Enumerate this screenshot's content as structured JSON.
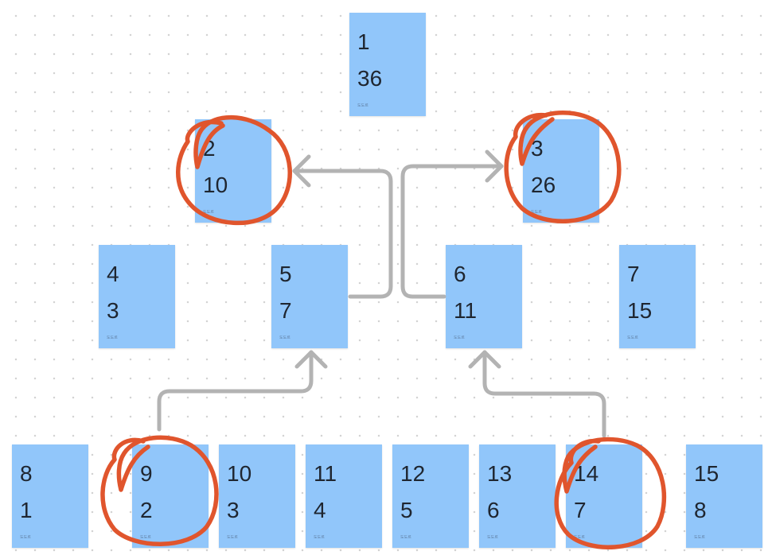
{
  "board": {
    "notes": [
      {
        "id": "n1",
        "top": "1",
        "bottom": "36",
        "tag": "도도르"
      },
      {
        "id": "n2",
        "top": "2",
        "bottom": "10",
        "tag": "도도르"
      },
      {
        "id": "n3",
        "top": "3",
        "bottom": "26",
        "tag": "도도르"
      },
      {
        "id": "n4",
        "top": "4",
        "bottom": "3",
        "tag": "도도르"
      },
      {
        "id": "n5",
        "top": "5",
        "bottom": "7",
        "tag": "도도르"
      },
      {
        "id": "n6",
        "top": "6",
        "bottom": "11",
        "tag": "도도르"
      },
      {
        "id": "n7",
        "top": "7",
        "bottom": "15",
        "tag": "도도르"
      },
      {
        "id": "n8",
        "top": "8",
        "bottom": "1",
        "tag": "도도르"
      },
      {
        "id": "n9",
        "top": "9",
        "bottom": "2",
        "tag": "도도르"
      },
      {
        "id": "n10",
        "top": "10",
        "bottom": "3",
        "tag": "도도르"
      },
      {
        "id": "n11",
        "top": "11",
        "bottom": "4",
        "tag": "도도르"
      },
      {
        "id": "n12",
        "top": "12",
        "bottom": "5",
        "tag": "도도르"
      },
      {
        "id": "n13",
        "top": "13",
        "bottom": "6",
        "tag": "도도르"
      },
      {
        "id": "n14",
        "top": "14",
        "bottom": "7",
        "tag": "도도르"
      },
      {
        "id": "n15",
        "top": "15",
        "bottom": "8",
        "tag": "도도르"
      }
    ]
  },
  "colors": {
    "note_fill": "#91c6fa",
    "connector": "#b3b3b3",
    "circle_annotation": "#e0552d",
    "grid_dot": "#d3d3d3"
  },
  "annotations": {
    "circled_notes": [
      "n2",
      "n3",
      "n9",
      "n14"
    ],
    "connectors": [
      {
        "from": "n5",
        "to": "n2"
      },
      {
        "from": "n6",
        "to": "n3"
      },
      {
        "from": "n9",
        "to": "n5"
      },
      {
        "from": "n14",
        "to": "n6"
      }
    ]
  }
}
